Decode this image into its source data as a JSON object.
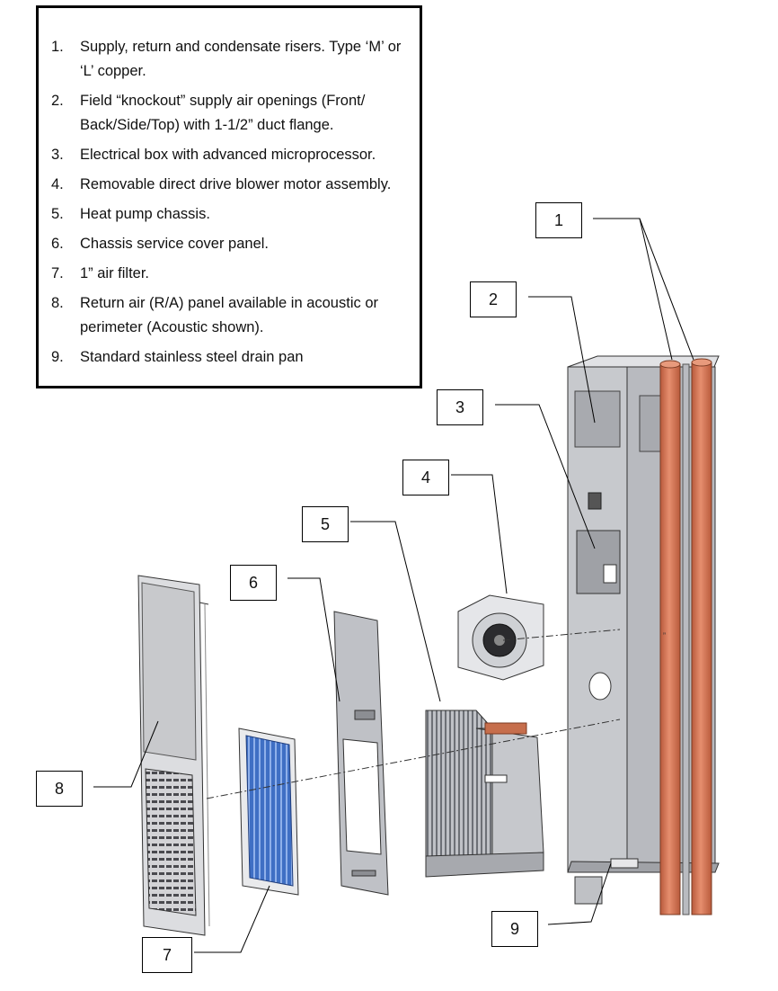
{
  "legend": {
    "items": [
      {
        "num": "1.",
        "text": "Supply, return and condensate risers. Type ‘M’ or ‘L’ copper."
      },
      {
        "num": "2.",
        "text": "Field “knockout” supply air openings (Front/ Back/Side/Top) with 1-1/2” duct flange."
      },
      {
        "num": "3.",
        "text": "Electrical box with advanced microprocessor."
      },
      {
        "num": "4.",
        "text": "Removable direct drive blower motor assembly."
      },
      {
        "num": "5.",
        "text": "Heat pump chassis."
      },
      {
        "num": "6.",
        "text": "Chassis service cover panel."
      },
      {
        "num": "7.",
        "text": "1” air filter."
      },
      {
        "num": "8.",
        "text": "Return air (R/A) panel available in acoustic or perimeter (Acoustic shown)."
      },
      {
        "num": "9.",
        "text": "Standard stainless steel drain pan"
      }
    ]
  },
  "callouts": [
    "1",
    "2",
    "3",
    "4",
    "5",
    "6",
    "7",
    "8",
    "9"
  ],
  "colors": {
    "copper": "#d9785a",
    "galvanized": "#c9cbcf",
    "filter_blue": "#3f6fc4",
    "outline": "#000000"
  }
}
